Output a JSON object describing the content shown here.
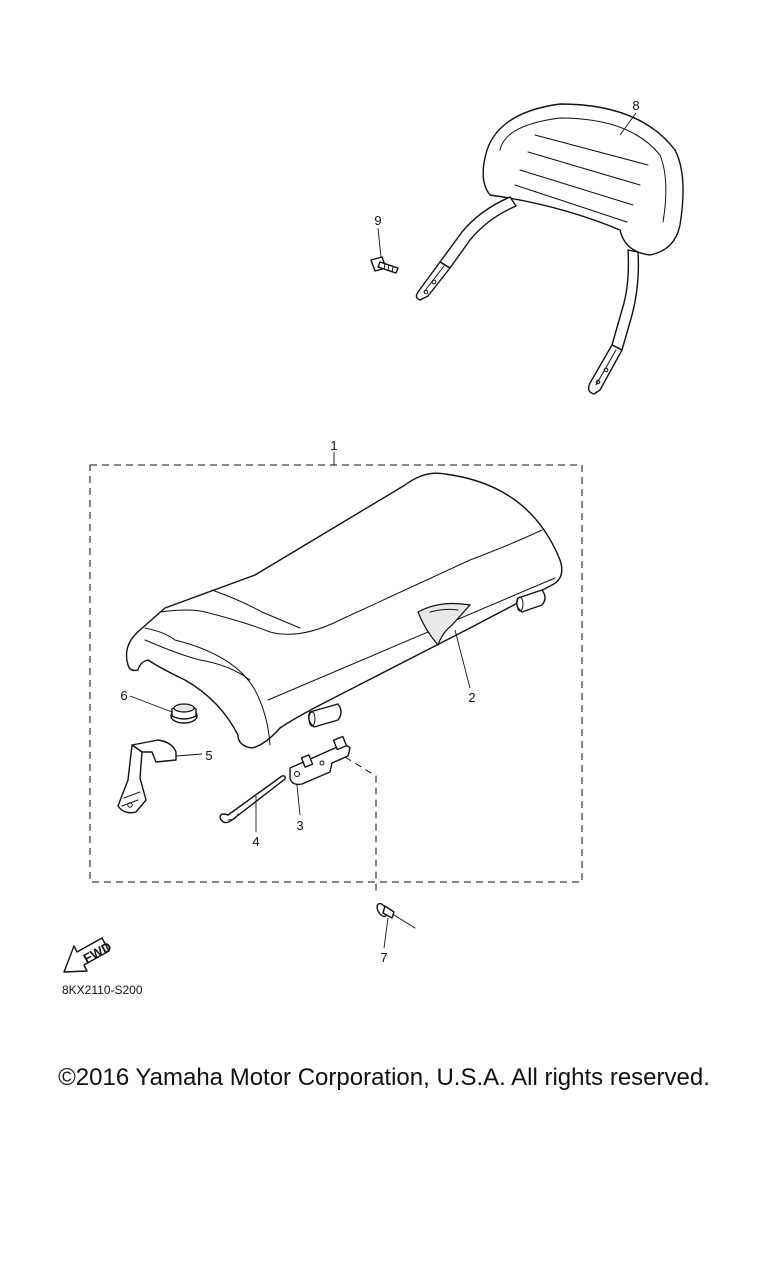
{
  "callouts": [
    "1",
    "2",
    "3",
    "4",
    "5",
    "6",
    "7",
    "8",
    "9"
  ],
  "fwd_label": "FWD",
  "diagram_code": "8KX2110-S200",
  "copyright": "©2016 Yamaha Motor Corporation, U.S.A. All rights reserved."
}
